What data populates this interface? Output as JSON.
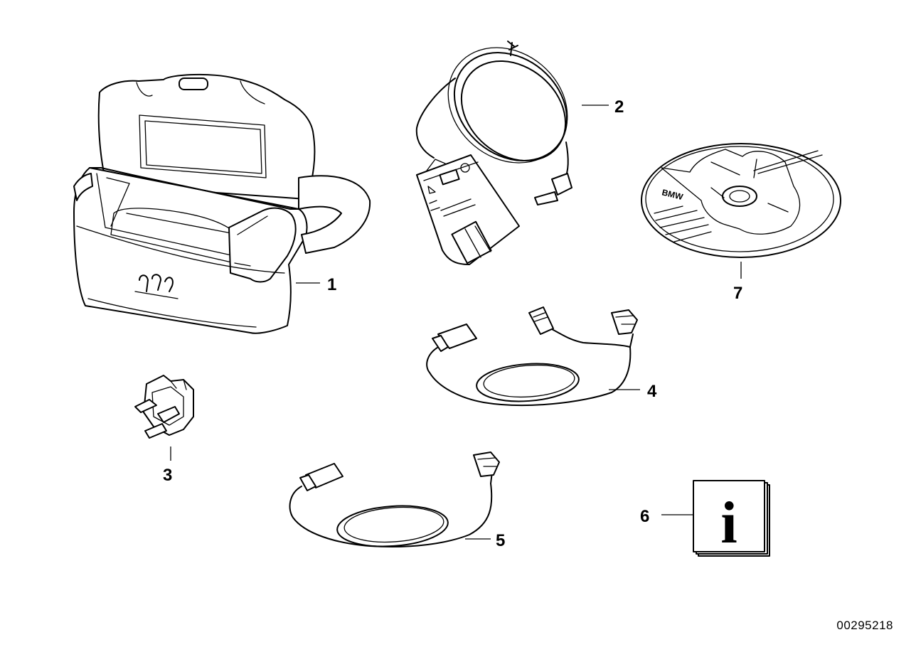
{
  "diagram": {
    "callouts": [
      {
        "id": "1",
        "label": "1"
      },
      {
        "id": "2",
        "label": "2"
      },
      {
        "id": "3",
        "label": "3"
      },
      {
        "id": "4",
        "label": "4"
      },
      {
        "id": "5",
        "label": "5"
      },
      {
        "id": "6",
        "label": "6"
      },
      {
        "id": "7",
        "label": "7"
      }
    ],
    "info_glyph": "i",
    "cd_logo_text": "BMW",
    "document_number": "00295218"
  }
}
